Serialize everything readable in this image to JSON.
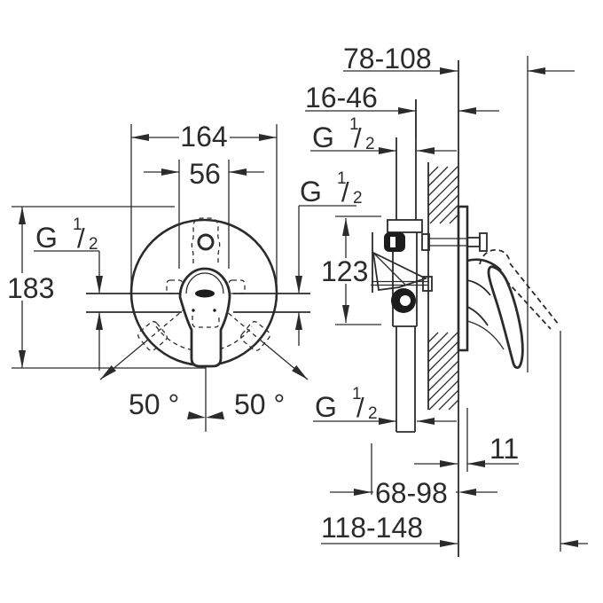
{
  "colors": {
    "line": "#2b2b2b",
    "background": "#ffffff",
    "dark_fill": "#1c1c1c"
  },
  "front_view": {
    "plate_diameter": "164",
    "handle_width": "56",
    "total_height": "183",
    "swing_angle_left": "50 °",
    "swing_angle_right": "50 °"
  },
  "side_view": {
    "wall_to_handle": "78-108",
    "finished_wall_range": "16-46",
    "body_height": "123",
    "plate_thickness": "11",
    "rough_in_depth": "68-98",
    "total_depth": "118-148"
  },
  "thread_label": {
    "g": "G",
    "numerator": "1",
    "slash": "/",
    "denominator": "2"
  }
}
